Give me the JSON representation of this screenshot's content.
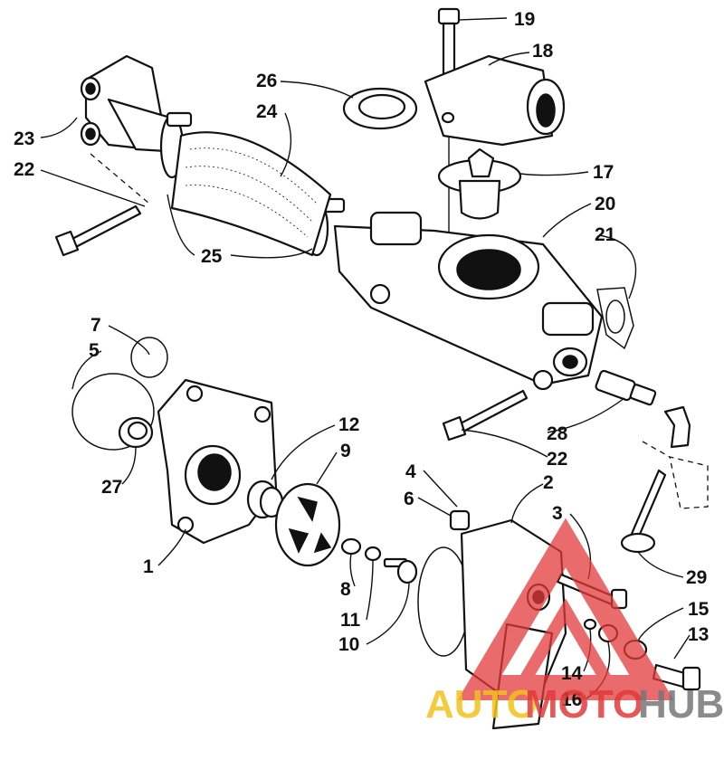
{
  "callouts": [
    {
      "id": "19",
      "text": "19"
    },
    {
      "id": "18",
      "text": "18"
    },
    {
      "id": "26",
      "text": "26"
    },
    {
      "id": "24",
      "text": "24"
    },
    {
      "id": "23",
      "text": "23"
    },
    {
      "id": "22a",
      "text": "22"
    },
    {
      "id": "17",
      "text": "17"
    },
    {
      "id": "20",
      "text": "20"
    },
    {
      "id": "21",
      "text": "21"
    },
    {
      "id": "25",
      "text": "25"
    },
    {
      "id": "7",
      "text": "7"
    },
    {
      "id": "5",
      "text": "5"
    },
    {
      "id": "12",
      "text": "12"
    },
    {
      "id": "9",
      "text": "9"
    },
    {
      "id": "27",
      "text": "27"
    },
    {
      "id": "28",
      "text": "28"
    },
    {
      "id": "22b",
      "text": "22"
    },
    {
      "id": "4",
      "text": "4"
    },
    {
      "id": "2",
      "text": "2"
    },
    {
      "id": "6",
      "text": "6"
    },
    {
      "id": "3",
      "text": "3"
    },
    {
      "id": "1",
      "text": "1"
    },
    {
      "id": "29",
      "text": "29"
    },
    {
      "id": "8",
      "text": "8"
    },
    {
      "id": "15",
      "text": "15"
    },
    {
      "id": "11",
      "text": "11"
    },
    {
      "id": "13",
      "text": "13"
    },
    {
      "id": "10",
      "text": "10"
    },
    {
      "id": "14",
      "text": "14"
    },
    {
      "id": "16",
      "text": "16"
    }
  ],
  "watermark": {
    "part1": "AUTO",
    "part2": "MOTO",
    "part3": "HUB",
    "colors": {
      "auto": "#f2c21b",
      "moto": "#e23a3a",
      "hub": "#777777",
      "logo": "#e23a3a"
    }
  }
}
